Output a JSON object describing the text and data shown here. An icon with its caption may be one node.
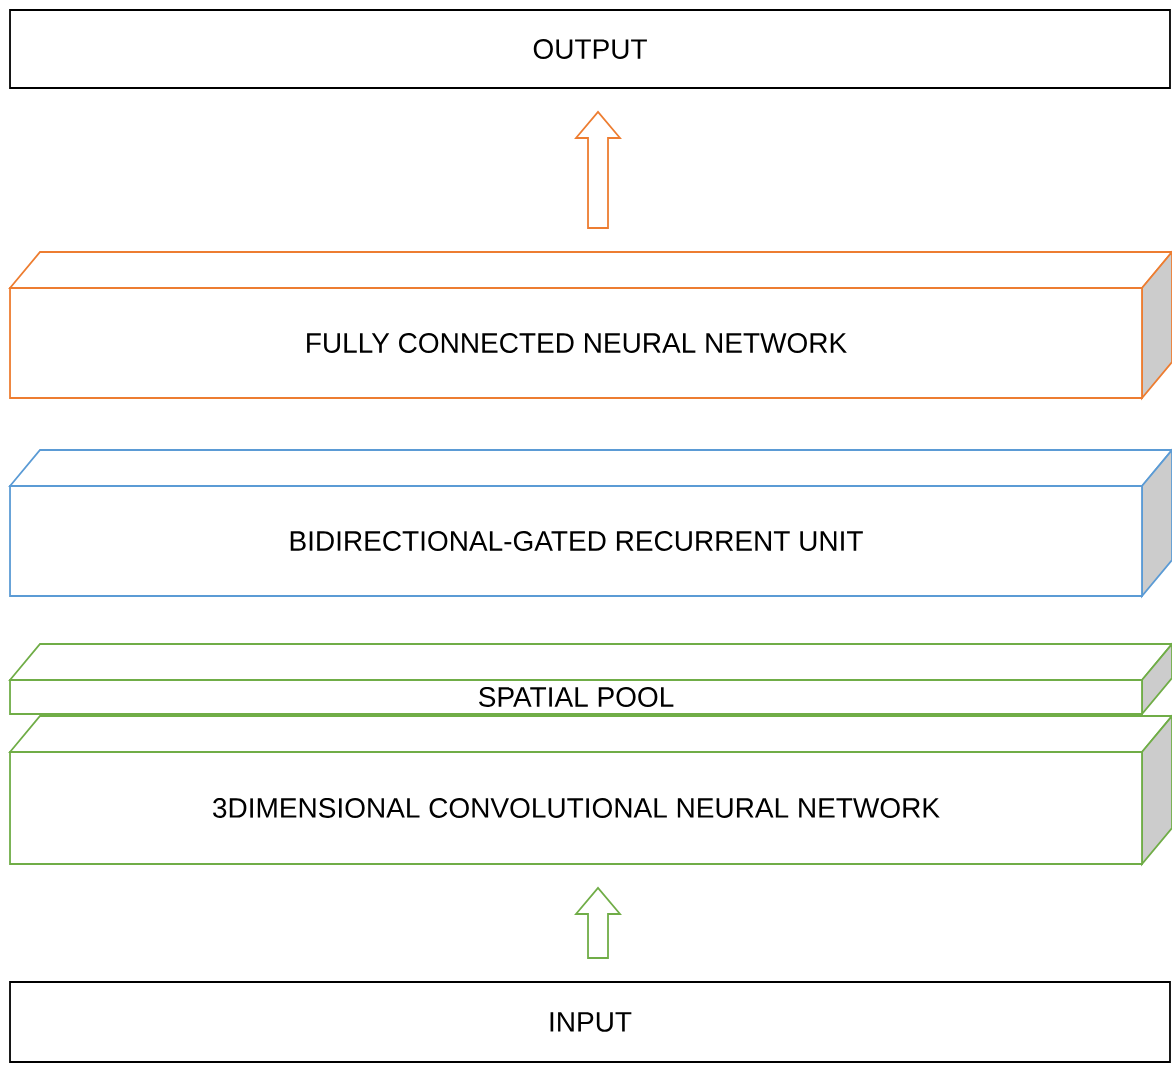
{
  "diagram": {
    "nodes": [
      {
        "text": [
          "OUTPUT"
        ]
      },
      {
        "text": [
          "FULLY CONNECTED NEURAL NETWORK"
        ]
      },
      {
        "text": [
          "BIDIRECTIONAL-GATED RECURRENT UNIT"
        ]
      },
      {
        "text": [
          "SPATIAL POOL"
        ]
      },
      {
        "text": [
          "3DIMENSIONAL CONVOLUTIONAL NEURAL NETWORK"
        ]
      },
      {
        "text": [
          "INPUT"
        ]
      }
    ],
    "edges": [
      {
        "from": 5,
        "to": 4,
        "arrow": "to",
        "color": "#70ad47"
      },
      {
        "from": 1,
        "to": 0,
        "arrow": "to",
        "color": "#ed7d31"
      }
    ]
  }
}
